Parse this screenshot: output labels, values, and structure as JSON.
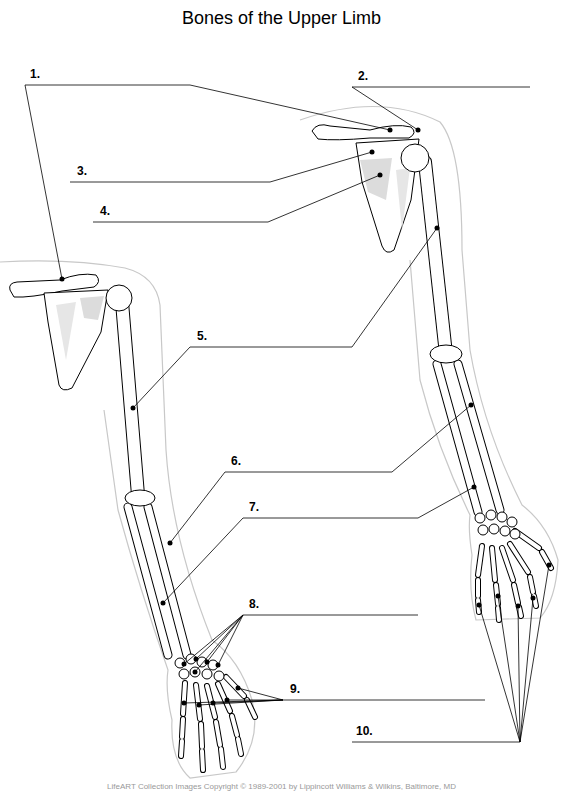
{
  "diagram": {
    "title": "Bones of the Upper Limb",
    "labels": [
      "1.",
      "2.",
      "3.",
      "4.",
      "5.",
      "6.",
      "7.",
      "8.",
      "9.",
      "10.",
      "LifeART Collection Images Copyright © 1989-2001 by Lippincott Williams & Wilkins, Baltimore, MD"
    ]
  }
}
